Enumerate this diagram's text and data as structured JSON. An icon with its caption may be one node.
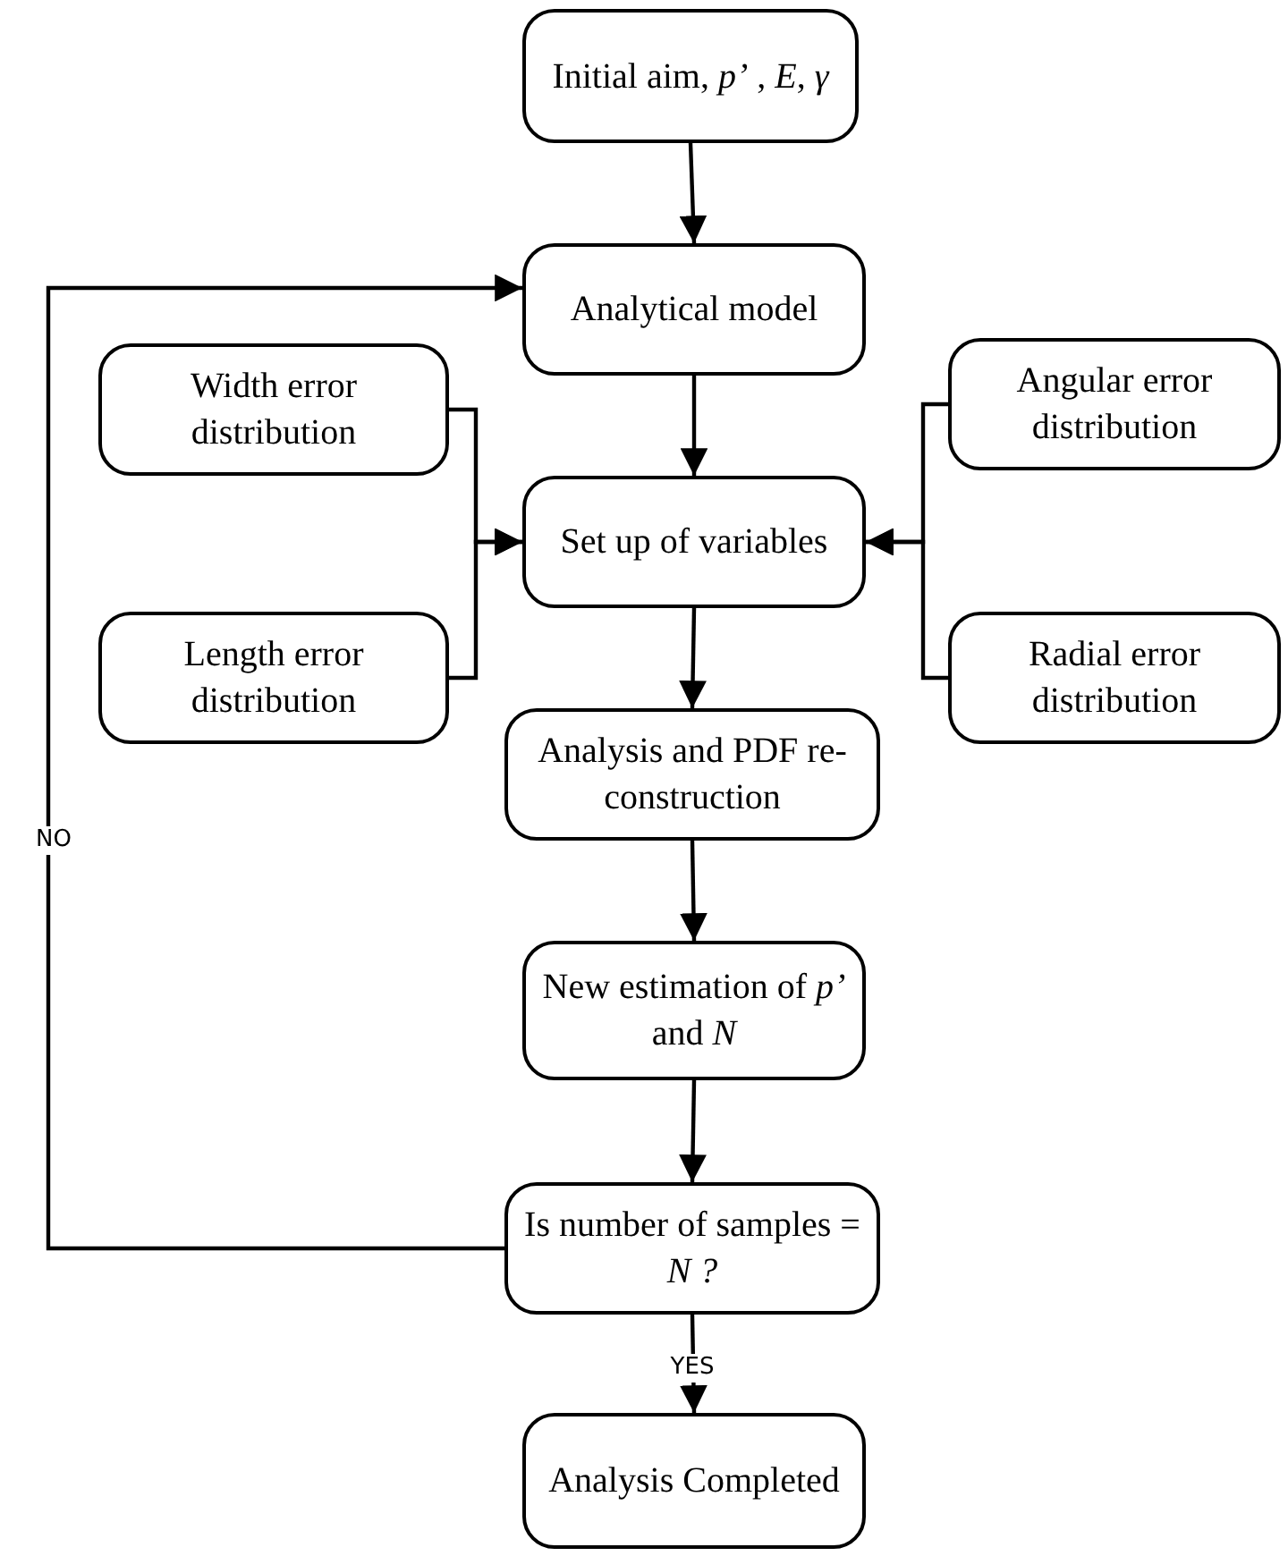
{
  "diagram": {
    "nodes": [
      {
        "text": [
          "Initial aim, *p’* , *E*, *γ*"
        ]
      },
      {
        "text": [
          "Analytical model"
        ]
      },
      {
        "text": [
          "Width error distribution"
        ]
      },
      {
        "text": [
          "Angular error distribution"
        ]
      },
      {
        "text": [
          "Set up of variables"
        ]
      },
      {
        "text": [
          "Length error distribution"
        ]
      },
      {
        "text": [
          "Radial error distribution"
        ]
      },
      {
        "text": [
          "Analysis and PDF re-construction"
        ]
      },
      {
        "text": [
          "New estimation of *p’* and *N*"
        ]
      },
      {
        "text": [
          "Is number of samples = *N ?*"
        ]
      },
      {
        "text": [
          "Analysis Completed"
        ]
      }
    ],
    "edges": [
      {
        "from": 0,
        "to": 1,
        "arrow": "to"
      },
      {
        "from": 1,
        "to": 4,
        "arrow": "to"
      },
      {
        "from": 2,
        "to": 4,
        "arrow": "to"
      },
      {
        "from": 5,
        "to": 4,
        "arrow": "to"
      },
      {
        "from": 3,
        "to": 4,
        "arrow": "to"
      },
      {
        "from": 6,
        "to": 4,
        "arrow": "to"
      },
      {
        "from": 4,
        "to": 7,
        "arrow": "to"
      },
      {
        "from": 7,
        "to": 8,
        "arrow": "to"
      },
      {
        "from": 8,
        "to": 9,
        "arrow": "to"
      },
      {
        "from": 9,
        "to": 1,
        "arrow": "to",
        "label": "NO"
      },
      {
        "from": 9,
        "to": 10,
        "arrow": "to",
        "label": "YES"
      }
    ]
  }
}
